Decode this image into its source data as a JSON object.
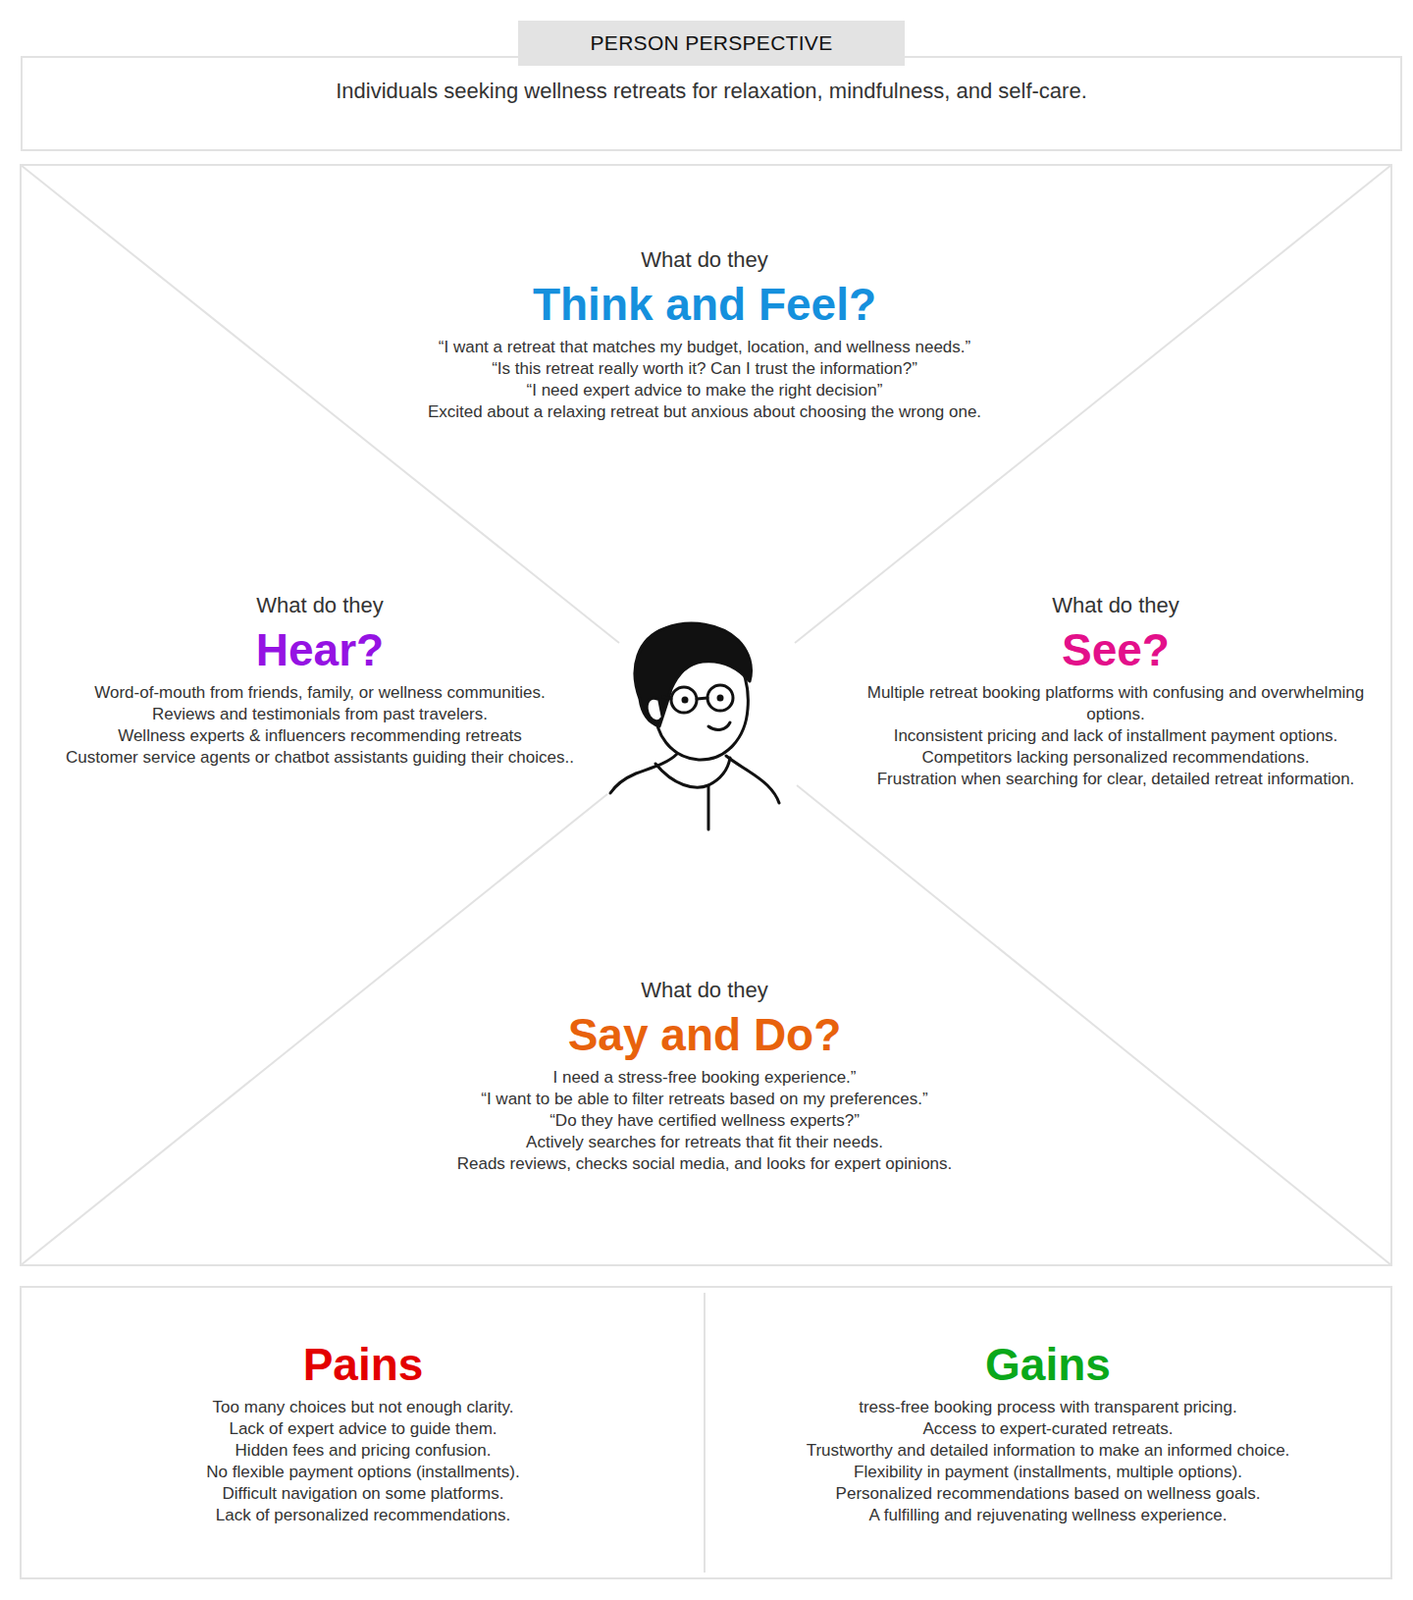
{
  "diagram": {
    "nodes": [
      {
        "text": [
          "PERSON PERSPECTIVE",
          "Individuals seeking wellness retreats for relaxation, mindfulness, and self-care."
        ]
      },
      {
        "text": [
          "What do they",
          "Think and Feel?",
          "“I want a retreat that matches my budget, location, and wellness needs.”",
          "“Is this retreat really worth it? Can I trust the information?”",
          "“I need expert advice to make the right decision”",
          "Excited about a relaxing retreat but anxious about choosing the wrong one."
        ]
      },
      {
        "text": [
          "What do they",
          "Hear?",
          "Word-of-mouth from friends, family, or wellness communities.",
          "Reviews and testimonials from past travelers.",
          "Wellness experts & influencers recommending retreats",
          "Customer service agents or chatbot assistants guiding their choices.."
        ]
      },
      {
        "text": [
          "What do they",
          "See?",
          "Multiple retreat booking platforms with confusing and overwhelming options.",
          "Inconsistent pricing and lack of installment payment options.",
          "Competitors lacking personalized recommendations.",
          "Frustration when searching for clear, detailed retreat information."
        ]
      },
      {
        "text": [
          "What do they",
          "Say and Do?",
          "I need a stress-free booking experience.”",
          "“I want to be able to filter retreats based on my preferences.”",
          "“Do they have certified wellness experts?”",
          "Actively searches for retreats that fit their needs.",
          "Reads reviews, checks social media, and looks for expert opinions."
        ]
      },
      {
        "text": [
          "Pains",
          "Too many choices but not enough clarity.",
          "Lack of expert advice to guide them.",
          "Hidden fees and pricing confusion.",
          "No flexible payment options (installments).",
          "Difficult navigation on some platforms.",
          "Lack of personalized recommendations."
        ]
      },
      {
        "text": [
          "Gains",
          "tress-free booking process with transparent pricing.",
          "Access to expert-curated retreats.",
          "Trustworthy and detailed information to make an informed choice.",
          "Flexibility in payment (installments, multiple options).",
          "Personalized recommendations based on wellness goals.",
          "A fulfilling and rejuvenating wellness experience."
        ]
      }
    ]
  }
}
